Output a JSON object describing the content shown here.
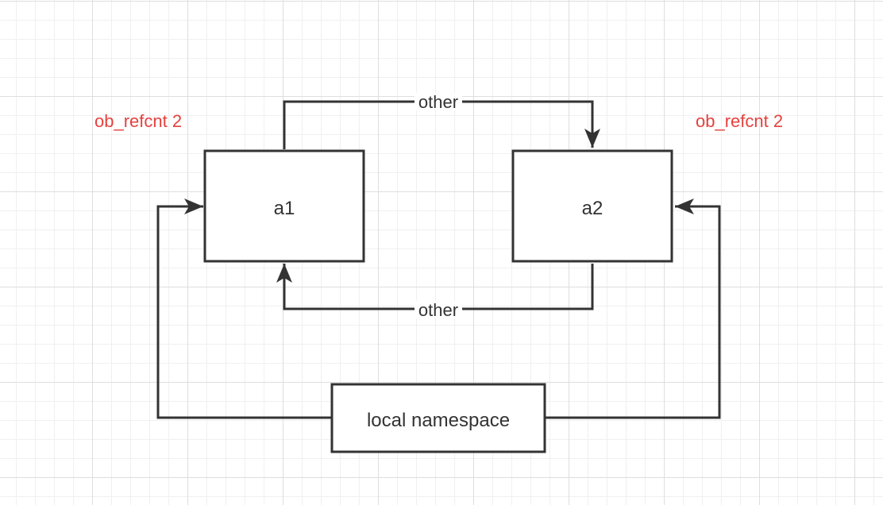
{
  "colors": {
    "line": "#333333",
    "text": "#333333",
    "annotation": "#e4423f",
    "box_fill": "#ffffff"
  },
  "nodes": {
    "a1": {
      "label": "a1"
    },
    "a2": {
      "label": "a2"
    },
    "local_namespace": {
      "label": "local namespace"
    }
  },
  "edges": {
    "a1_to_a2": {
      "label": "other",
      "from": "a1",
      "to": "a2"
    },
    "a2_to_a1": {
      "label": "other",
      "from": "a2",
      "to": "a1"
    },
    "ns_to_a1": {
      "label": "",
      "from": "local_namespace",
      "to": "a1"
    },
    "ns_to_a2": {
      "label": "",
      "from": "local_namespace",
      "to": "a2"
    }
  },
  "annotations": {
    "a1_refcnt": "ob_refcnt 2",
    "a2_refcnt": "ob_refcnt 2"
  }
}
